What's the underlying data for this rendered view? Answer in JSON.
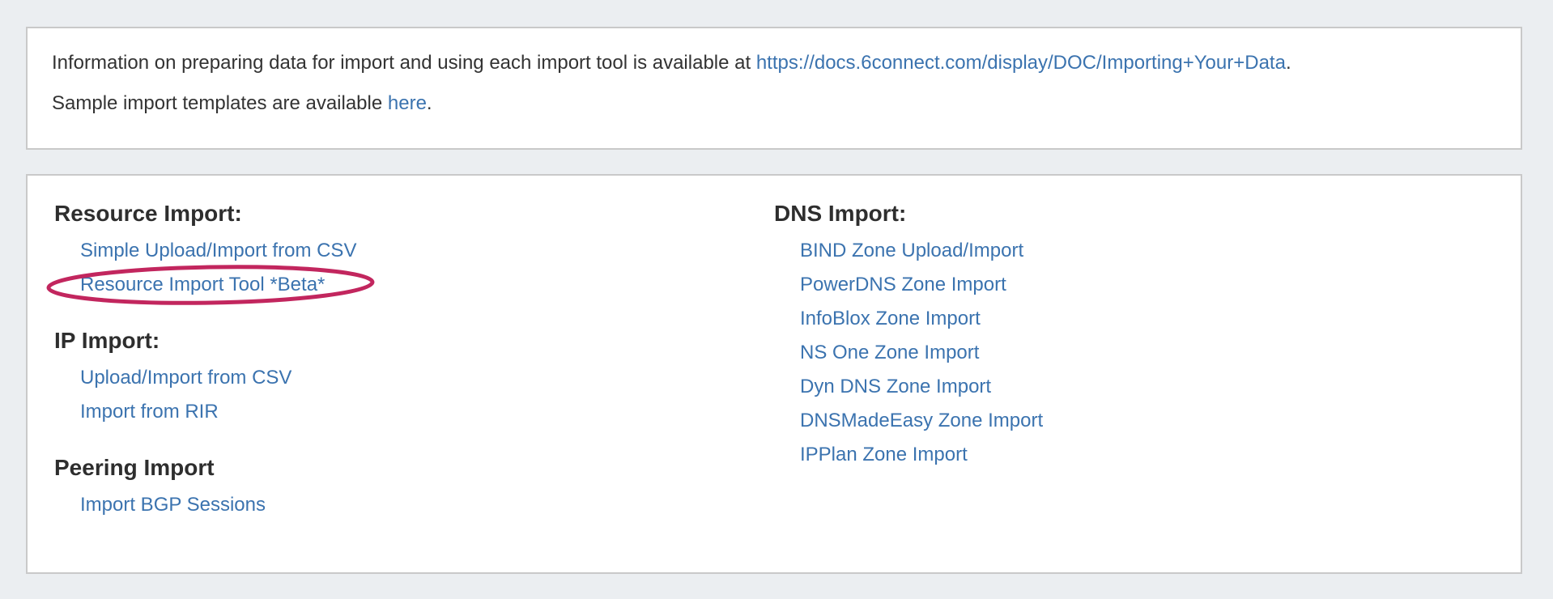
{
  "page": {
    "background_color": "#ebeef1",
    "panel_border_color": "#c9c9c9",
    "text_color": "#333333",
    "link_color": "#3b73af"
  },
  "info_panel": {
    "line1_prefix": "Information on preparing data for import and using each import tool is available at ",
    "line1_link": "https://docs.6connect.com/display/DOC/Importing+Your+Data",
    "line1_suffix": ".",
    "line2_prefix": "Sample import templates are available ",
    "line2_link": "here",
    "line2_suffix": "."
  },
  "import_panel": {
    "left_sections": [
      {
        "heading": "Resource Import:",
        "links": [
          {
            "label": "Simple Upload/Import from CSV",
            "name": "link-simple-upload-import-csv",
            "circled": false
          },
          {
            "label": "Resource Import Tool *Beta*",
            "name": "link-resource-import-tool-beta",
            "circled": true
          }
        ]
      },
      {
        "heading": "IP Import:",
        "links": [
          {
            "label": "Upload/Import from CSV",
            "name": "link-ip-upload-import-csv",
            "circled": false
          },
          {
            "label": "Import from RIR",
            "name": "link-import-from-rir",
            "circled": false
          }
        ]
      },
      {
        "heading": "Peering Import",
        "links": [
          {
            "label": "Import BGP Sessions",
            "name": "link-import-bgp-sessions",
            "circled": false
          }
        ]
      }
    ],
    "right_sections": [
      {
        "heading": "DNS Import:",
        "links": [
          {
            "label": "BIND Zone Upload/Import",
            "name": "link-bind-zone-upload-import",
            "circled": false
          },
          {
            "label": "PowerDNS Zone Import",
            "name": "link-powerdns-zone-import",
            "circled": false
          },
          {
            "label": "InfoBlox Zone Import",
            "name": "link-infoblox-zone-import",
            "circled": false
          },
          {
            "label": "NS One Zone Import",
            "name": "link-ns-one-zone-import",
            "circled": false
          },
          {
            "label": "Dyn DNS Zone Import",
            "name": "link-dyn-dns-zone-import",
            "circled": false
          },
          {
            "label": "DNSMadeEasy Zone Import",
            "name": "link-dnsmadeeasy-zone-import",
            "circled": false
          },
          {
            "label": "IPPlan Zone Import",
            "name": "link-ipplan-zone-import",
            "circled": false
          }
        ]
      }
    ]
  },
  "annotation": {
    "type": "hand-drawn ellipse highlight",
    "target": "Resource Import Tool *Beta*",
    "color": "#c2265e"
  }
}
